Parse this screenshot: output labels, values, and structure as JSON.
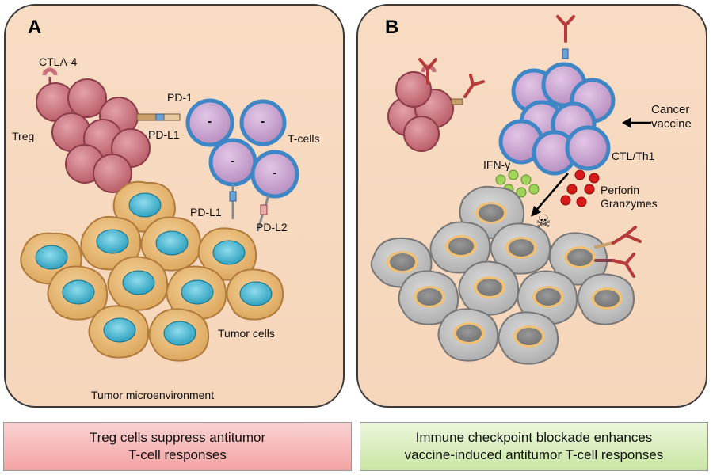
{
  "panel_a": {
    "letter": "A",
    "labels": {
      "ctla4": "CTLA-4",
      "treg": "Treg",
      "pd1": "PD-1",
      "pdl1_top": "PD-L1",
      "tcells": "T-cells",
      "pdl1_bottom": "PD-L1",
      "pdl2": "PD-L2",
      "tumor_cells": "Tumor  cells",
      "microenvironment": "Tumor  microenvironment"
    },
    "minus_sign": "-"
  },
  "panel_b": {
    "letter": "B",
    "labels": {
      "cancer_vaccine_line1": "Cancer",
      "cancer_vaccine_line2": "vaccine",
      "ctl_th1": "CTL/Th1",
      "ifn_gamma": "IFN-γ",
      "perforin": "Perforin",
      "granzymes": "Granzymes"
    },
    "skull_glyph": "☠"
  },
  "captions": {
    "a_line1": "Treg cells suppress antitumor",
    "a_line2": "T-cell responses",
    "b_line1": "Immune checkpoint blockade enhances",
    "b_line2": "vaccine-induced antitumor T-cell responses"
  },
  "colors": {
    "panel_bg": "#f6d6bb",
    "treg": "#c96e7a",
    "tcell_fill": "#c9a2cf",
    "tcell_ring": "#3f86c6",
    "tumor_fill": "#e7b56d",
    "tumor_nucleus": "#3fb3cf",
    "dead_tumor_fill": "#b9b9b9",
    "antibody": "#b63a3a",
    "ifn_dot": "#9fd35a",
    "perforin_dot": "#d81a1a",
    "caption_a": "#f4a3a3",
    "caption_b": "#c9e6a3"
  }
}
